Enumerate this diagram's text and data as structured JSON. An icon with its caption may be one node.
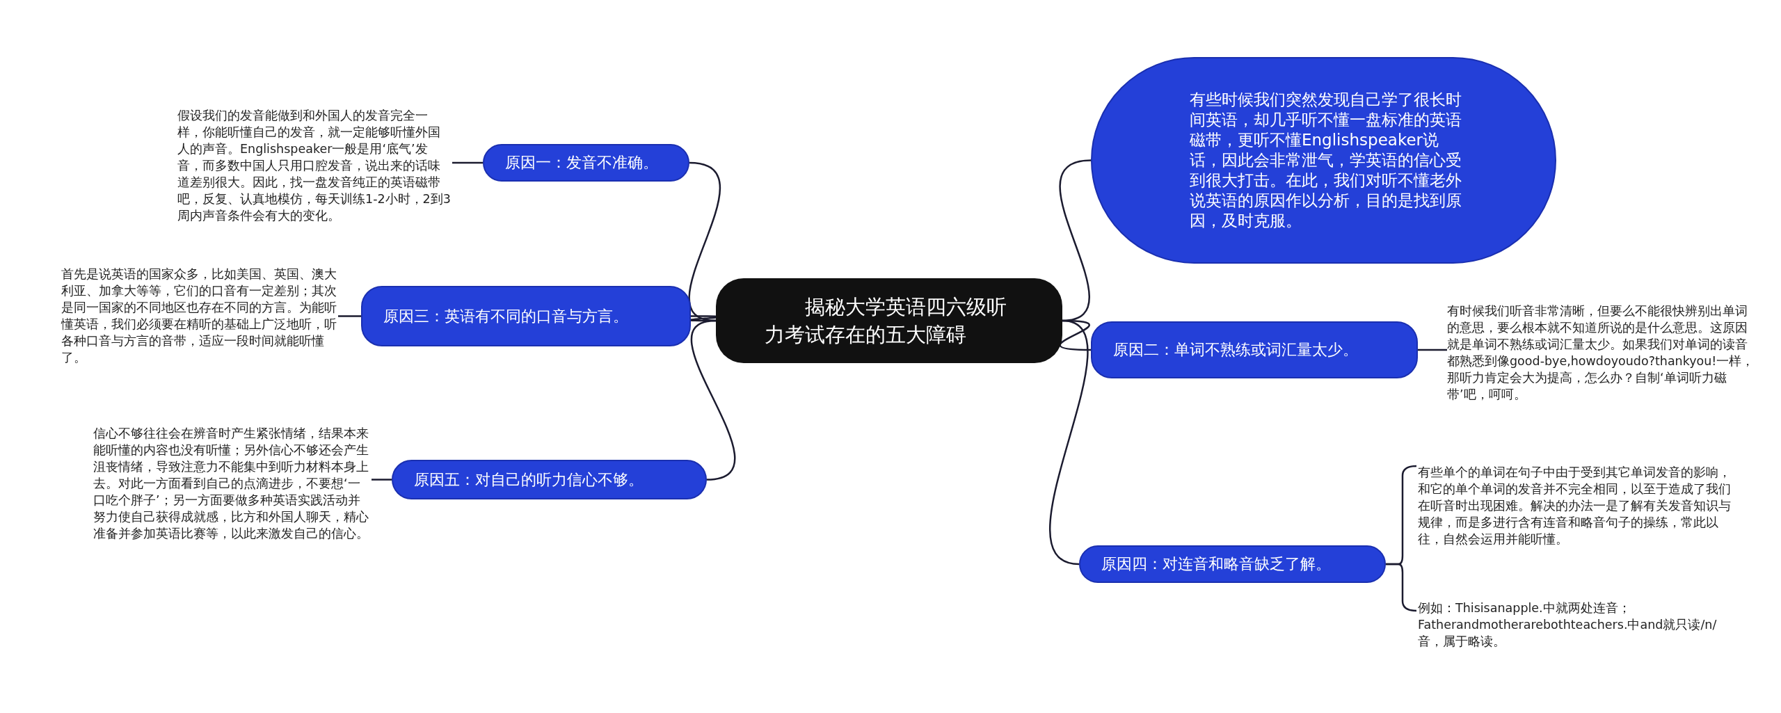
{
  "diagram": {
    "nodes": [
      {
        "text": [
          "揭秘大学英语四六级听力考试存在的五大障碍"
        ]
      },
      {
        "text": [
          "有些时候我们突然发现自己学了很长时间英语，却几乎听不懂一盘标准的英语磁带，更听不懂Englishspeaker说话，因此会非常泄气，学英语的信心受到很大打击。在此，我们对听不懂老外说英语的原因作以分析，目的是找到原因，及时克服。"
        ]
      },
      {
        "text": [
          "原因一：发音不准确。"
        ]
      },
      {
        "text": [
          "假设我们的发音能做到和外国人的发音完全一样，你能听懂自己的发音，就一定能够听懂外国人的声音。Englishspeaker一般是用‘底气’发音，而多数中国人只用口腔发音，说出来的话味道差别很大。因此，找一盘发音纯正的英语磁带吧，反复、认真地模仿，每天训练1-2小时，2到3周内声音条件会有大的变化。"
        ]
      },
      {
        "text": [
          "原因三：英语有不同的口音与方言。"
        ]
      },
      {
        "text": [
          "首先是说英语的国家众多，比如美国、英国、澳大利亚、加拿大等等，它们的口音有一定差别；其次是同一国家的不同地区也存在不同的方言。为能听懂英语，我们必须要在精听的基础上广泛地听，听各种口音与方言的音带，适应一段时间就能听懂了。"
        ]
      },
      {
        "text": [
          "原因五：对自己的听力信心不够。"
        ]
      },
      {
        "text": [
          "信心不够往往会在辨音时产生紧张情绪，结果本来能听懂的内容也没有听懂；另外信心不够还会产生沮丧情绪，导致注意力不能集中到听力材料本身上去。对此一方面看到自己的点滴进步，不要想‘一口吃个胖子’；另一方面要做多种英语实践活动并努力使自己获得成就感，比方和外国人聊天，精心准备并参加英语比赛等，以此来激发自己的信心。"
        ]
      },
      {
        "text": [
          "原因二：单词不熟练或词汇量太少。"
        ]
      },
      {
        "text": [
          "有时候我们听音非常清晰，但要么不能很快辨别出单词的意思，要么根本就不知道所说的是什么意思。这原因就是单词不熟练或词汇量太少。如果我们对单词的读音都熟悉到像good-bye,howdoyoudo?thankyou!一样，那听力肯定会大为提高，怎么办？自制‘单词听力磁带’吧，呵呵。"
        ]
      },
      {
        "text": [
          "原因四：对连音和略音缺乏了解。"
        ]
      },
      {
        "text": [
          "有些单个的单词在句子中由于受到其它单词发音的影响，和它的单个单词的发音并不完全相同，以至于造成了我们在听音时出现困难。解决的办法一是了解有关发音知识与规律，而是多进行含有连音和略音句子的操练，常此以往，自然会运用并能听懂。"
        ]
      },
      {
        "text": [
          "例如：Thisisanapple.中就两处连音；Fatherandmotherarebothteachers.中and就只读/n/音，属于略读。"
        ]
      }
    ],
    "edges": [
      {
        "from": 0,
        "to": 1,
        "arrow": "none"
      },
      {
        "from": 0,
        "to": 2,
        "arrow": "none"
      },
      {
        "from": 0,
        "to": 4,
        "arrow": "none"
      },
      {
        "from": 0,
        "to": 6,
        "arrow": "none"
      },
      {
        "from": 0,
        "to": 8,
        "arrow": "none"
      },
      {
        "from": 0,
        "to": 10,
        "arrow": "none"
      },
      {
        "from": 2,
        "to": 3,
        "arrow": "none"
      },
      {
        "from": 4,
        "to": 5,
        "arrow": "none"
      },
      {
        "from": 6,
        "to": 7,
        "arrow": "none"
      },
      {
        "from": 8,
        "to": 9,
        "arrow": "none"
      },
      {
        "from": 10,
        "to": 11,
        "arrow": "none"
      },
      {
        "from": 10,
        "to": 12,
        "arrow": "none"
      }
    ]
  }
}
